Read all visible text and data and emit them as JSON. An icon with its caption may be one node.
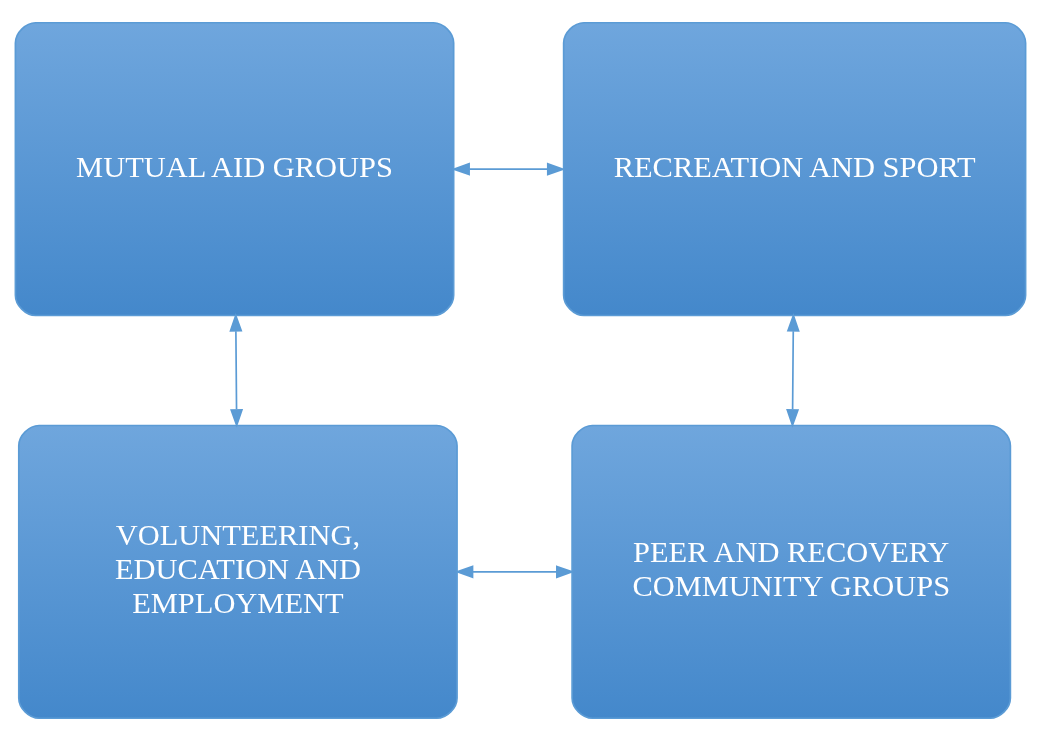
{
  "diagram": {
    "nodes": [
      {
        "text": [
          "MUTUAL AID GROUPS"
        ]
      },
      {
        "text": [
          "RECREATION AND SPORT"
        ]
      },
      {
        "text": [
          "VOLUNTEERING, EDUCATION AND EMPLOYMENT"
        ]
      },
      {
        "text": [
          "PEER AND RECOVERY COMMUNITY GROUPS"
        ]
      }
    ],
    "edges": [
      {
        "from": 0,
        "to": 1,
        "arrow": "both"
      },
      {
        "from": 0,
        "to": 2,
        "arrow": "both"
      },
      {
        "from": 1,
        "to": 3,
        "arrow": "both"
      },
      {
        "from": 2,
        "to": 3,
        "arrow": "both"
      }
    ]
  }
}
